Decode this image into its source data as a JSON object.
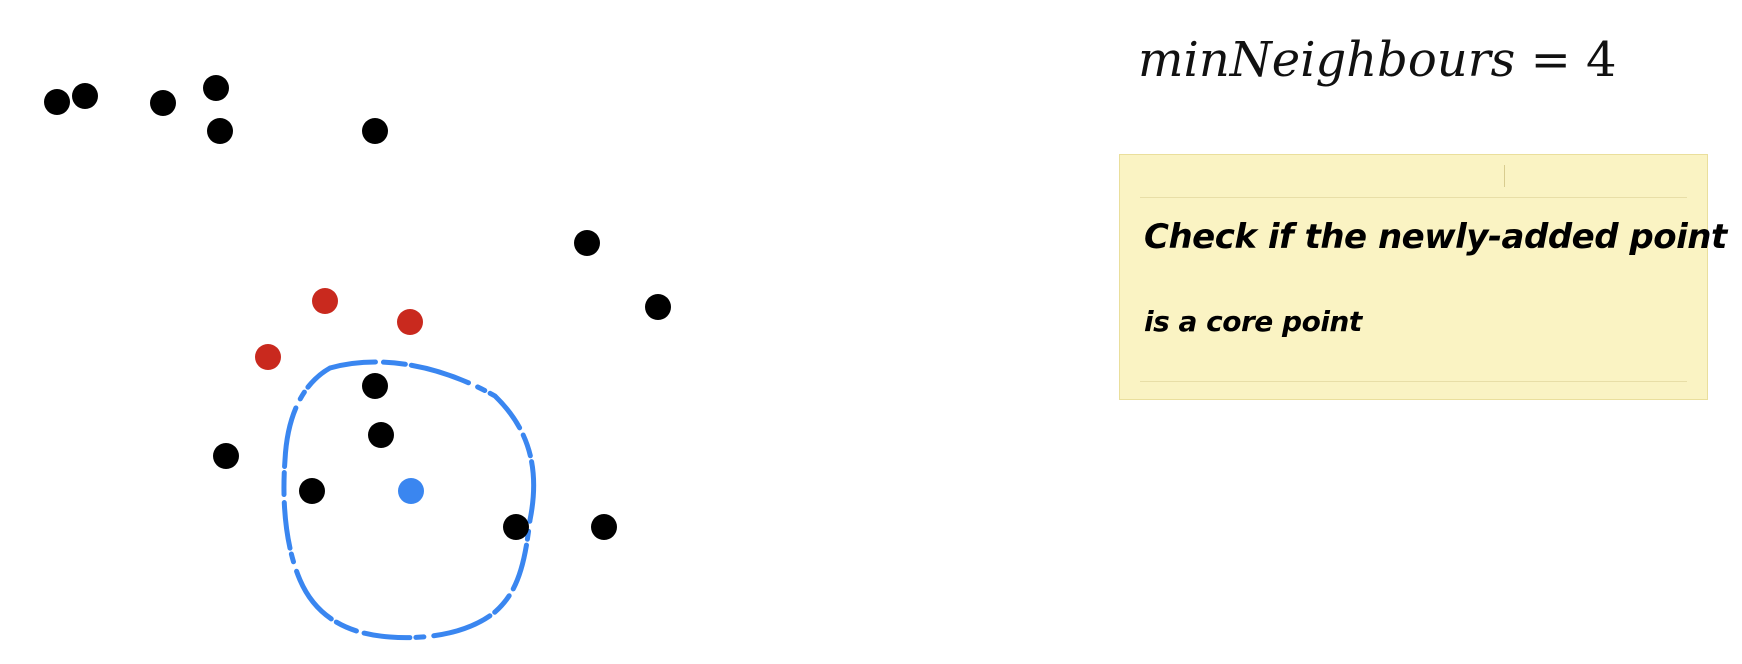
{
  "formula": {
    "variable": "minNeighbours",
    "operator": "=",
    "value": "4"
  },
  "note": {
    "line1": "Check if the newly-added point",
    "line2": "is a core point"
  },
  "colors": {
    "unassigned_point": "#000000",
    "cluster_point": "#c9291e",
    "new_point": "#3a86f0",
    "neighbourhood_circle": "#3a86f0",
    "note_background": "#faf3c3"
  }
}
